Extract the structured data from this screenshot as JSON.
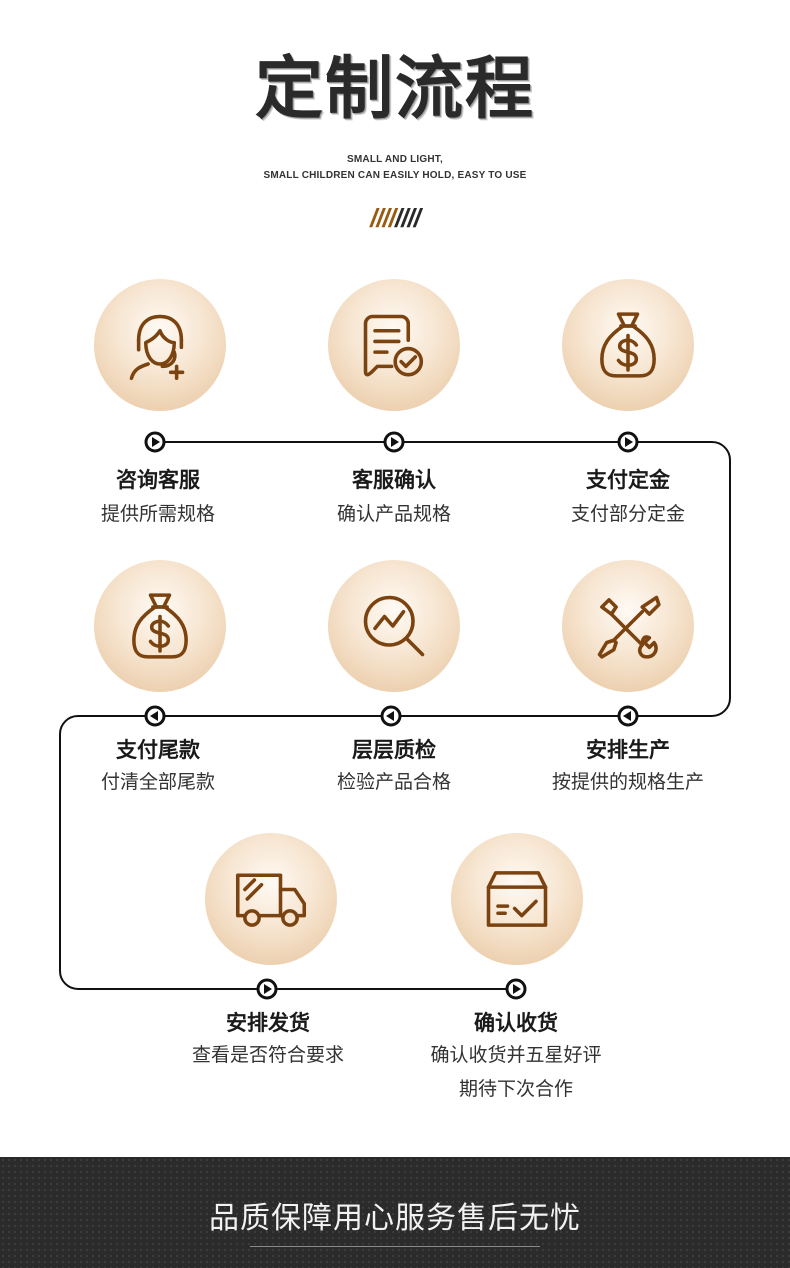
{
  "header": {
    "title": "定制流程",
    "subtitle_line1": "SMALL AND LIGHT,",
    "subtitle_line2": "SMALL CHILDREN CAN EASILY HOLD, EASY TO USE",
    "slashes_gold": "////",
    "slashes_dark": "////"
  },
  "steps": [
    {
      "icon": "customer-service-icon",
      "title": "咨询客服",
      "desc": "提供所需规格"
    },
    {
      "icon": "document-check-icon",
      "title": "客服确认",
      "desc": "确认产品规格"
    },
    {
      "icon": "money-bag-icon",
      "title": "支付定金",
      "desc": "支付部分定金"
    },
    {
      "icon": "money-bag-icon",
      "title": "支付尾款",
      "desc": "付清全部尾款"
    },
    {
      "icon": "magnifier-chart-icon",
      "title": "层层质检",
      "desc": "检验产品合格"
    },
    {
      "icon": "wrench-screwdriver-icon",
      "title": "安排生产",
      "desc": "按提供的规格生产"
    },
    {
      "icon": "delivery-truck-icon",
      "title": "安排发货",
      "desc": "查看是否符合要求"
    },
    {
      "icon": "package-box-icon",
      "title": "确认收货",
      "desc": "确认收货并五星好评",
      "desc2": "期待下次合作"
    }
  ],
  "footer": {
    "text": "品质保障用心服务售后无忧"
  },
  "colors": {
    "accent": "#7a4310",
    "line": "#111111",
    "circle_light": "#fffaf4",
    "circle_dark": "#e6c39a",
    "footer_bg": "#2b2b2b"
  }
}
